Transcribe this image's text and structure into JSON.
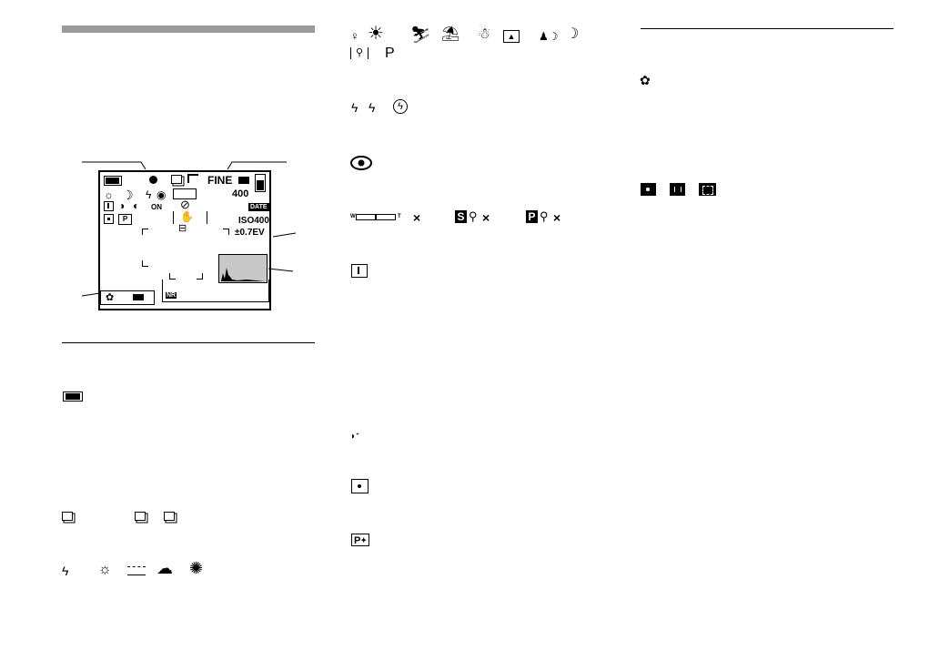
{
  "page": {
    "column1": {
      "lcd": {
        "quality": "FINE",
        "image_count": "400",
        "iso": "ISO400",
        "exposure": "±0.7EV",
        "date_badge": "DATE",
        "nr_badge": "NR",
        "flash_mode_badge": "ON",
        "program_label": "P"
      },
      "icon_rows": {
        "burst": [
          "burst-single-icon",
          "burst-multi-icon",
          "burst-bracket-icon"
        ],
        "white_balance": [
          "flash-wb-icon",
          "incandescent-icon",
          "fluorescent-icon",
          "cloudy-icon",
          "daylight-icon"
        ]
      }
    },
    "column2": {
      "scene_row_1": [
        "soft-snap-icon",
        "twilight-portrait-icon",
        "sports-icon",
        "beach-icon",
        "snow-icon",
        "landscape-icon",
        "twilight-portrait-icon",
        "twilight-icon"
      ],
      "scene_row_2_program": "P",
      "zoom_s_label": "S",
      "zoom_p_label": "P",
      "zoom_w": "W",
      "zoom_t": "T",
      "program_shift_label": "P"
    },
    "column3": {
      "metering": [
        "spot-icon",
        "center-icon",
        "multi-icon"
      ]
    },
    "colors": {
      "ink": "#000000",
      "bar": "#9a9a9a",
      "histogram": "#c8c8c8"
    }
  }
}
